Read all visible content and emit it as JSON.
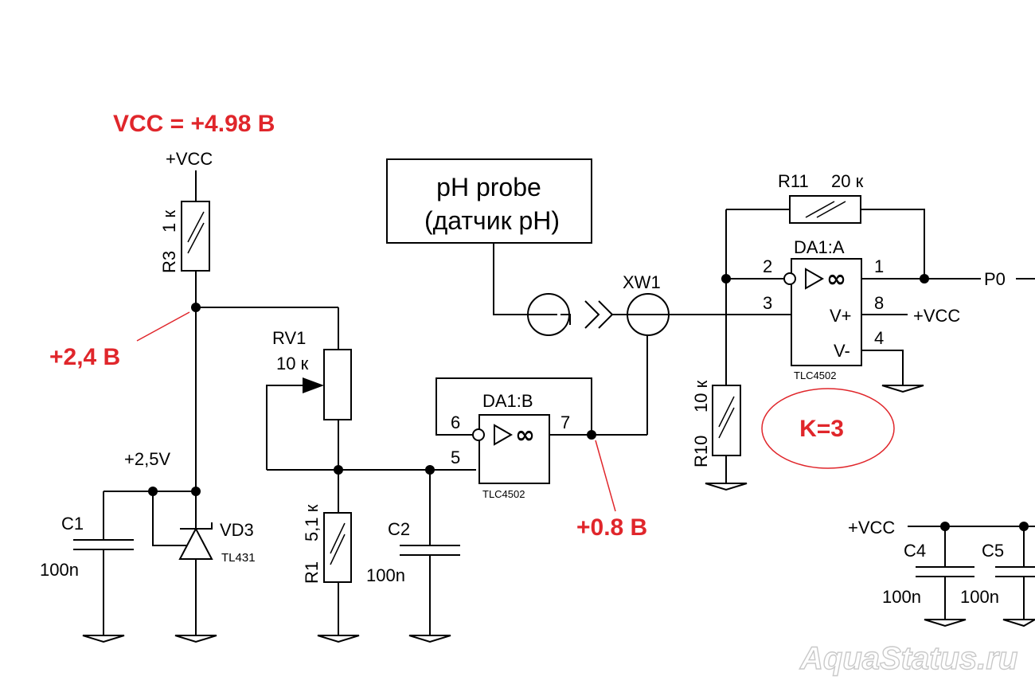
{
  "annotations": {
    "vcc_value": "VCC = +4.98 В",
    "node_r3": "+2,4 В",
    "node_out_b": "+0.8 В",
    "gain": "K=3"
  },
  "labels": {
    "vcc_top": "+VCC",
    "vcc_da1a": "+VCC",
    "vcc_caps": "+VCC",
    "ref_2v5": "+2,5V",
    "p0": "P0"
  },
  "probe": {
    "line1": "pH probe",
    "line2": "(датчик pH)"
  },
  "connector": {
    "name": "XW1"
  },
  "components": {
    "r3": {
      "ref": "R3",
      "value": "1 к"
    },
    "rv1": {
      "ref": "RV1",
      "value": "10 к"
    },
    "r1": {
      "ref": "R1",
      "value": "5,1 к"
    },
    "r10": {
      "ref": "R10",
      "value": "10 к"
    },
    "r11": {
      "ref": "R11",
      "value": "20 к"
    },
    "c1": {
      "ref": "C1",
      "value": "100n"
    },
    "c2": {
      "ref": "C2",
      "value": "100n"
    },
    "c4": {
      "ref": "C4",
      "value": "100n"
    },
    "c5": {
      "ref": "C5",
      "value": "100n"
    },
    "vd3": {
      "ref": "VD3",
      "part": "TL431"
    }
  },
  "opamps": {
    "b": {
      "ref": "DA1:B",
      "part": "TLC4502",
      "pin_inv": "6",
      "pin_noninv": "5",
      "pin_out": "7",
      "symbol": "∞"
    },
    "a": {
      "ref": "DA1:A",
      "part": "TLC4502",
      "pin_inv": "2",
      "pin_noninv": "3",
      "pin_out": "1",
      "pin_vplus": "8",
      "pin_vminus": "4",
      "vplus": "V+",
      "vminus": "V-",
      "symbol": "∞"
    }
  },
  "watermark": "AquaStatus.ru"
}
